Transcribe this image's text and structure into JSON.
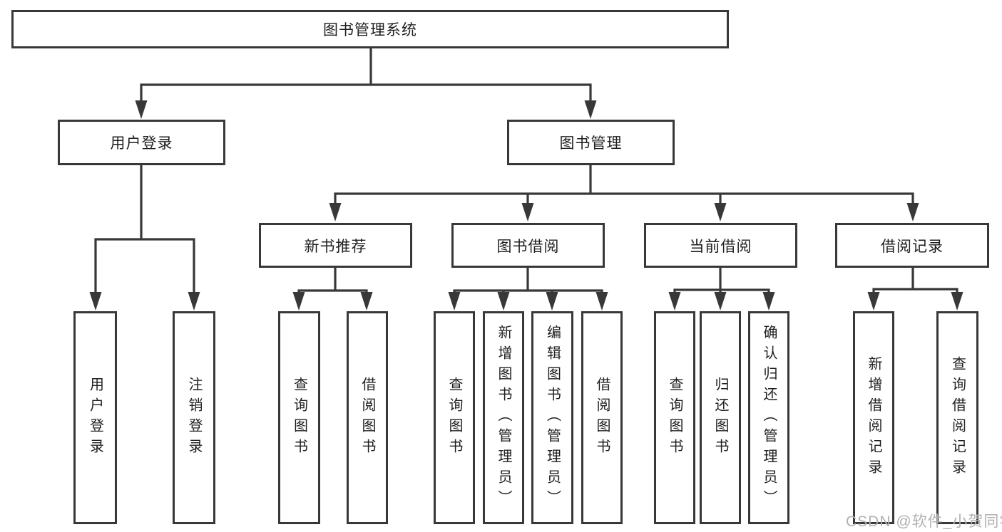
{
  "diagram": {
    "root": {
      "label": "图书管理系统"
    },
    "level2": [
      {
        "label": "用户登录"
      },
      {
        "label": "图书管理"
      }
    ],
    "level3": [
      {
        "label": "新书推荐"
      },
      {
        "label": "图书借阅"
      },
      {
        "label": "当前借阅"
      },
      {
        "label": "借阅记录"
      }
    ],
    "leaves": {
      "user_login": [
        {
          "label": "用户登录"
        },
        {
          "label": "注销登录"
        }
      ],
      "new_book": [
        {
          "label": "查询图书"
        },
        {
          "label": "借阅图书"
        }
      ],
      "book_borrow": [
        {
          "label": "查询图书"
        },
        {
          "label": "新增图书（管理员）"
        },
        {
          "label": "编辑图书（管理员）"
        },
        {
          "label": "借阅图书"
        }
      ],
      "current_borrow": [
        {
          "label": "查询图书"
        },
        {
          "label": "归还图书"
        },
        {
          "label": "确认归还（管理员）"
        }
      ],
      "borrow_record": [
        {
          "label": "新增借阅记录"
        },
        {
          "label": "查询借阅记录"
        }
      ]
    }
  },
  "watermark": {
    "text": "CSDN @软件_小贺同学"
  },
  "colors": {
    "line": "#383838",
    "text": "#1f1f1f",
    "watermark": "#b3b1af",
    "background": "#ffffff"
  }
}
